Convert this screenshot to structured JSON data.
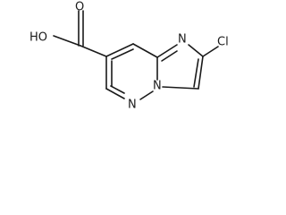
{
  "molecule": {
    "atoms": {
      "hydroxyl": "HO",
      "carbonyl_oxygen": "O",
      "n1": "N",
      "n4": "N",
      "n5": "N",
      "chlorine": "Cl"
    }
  }
}
